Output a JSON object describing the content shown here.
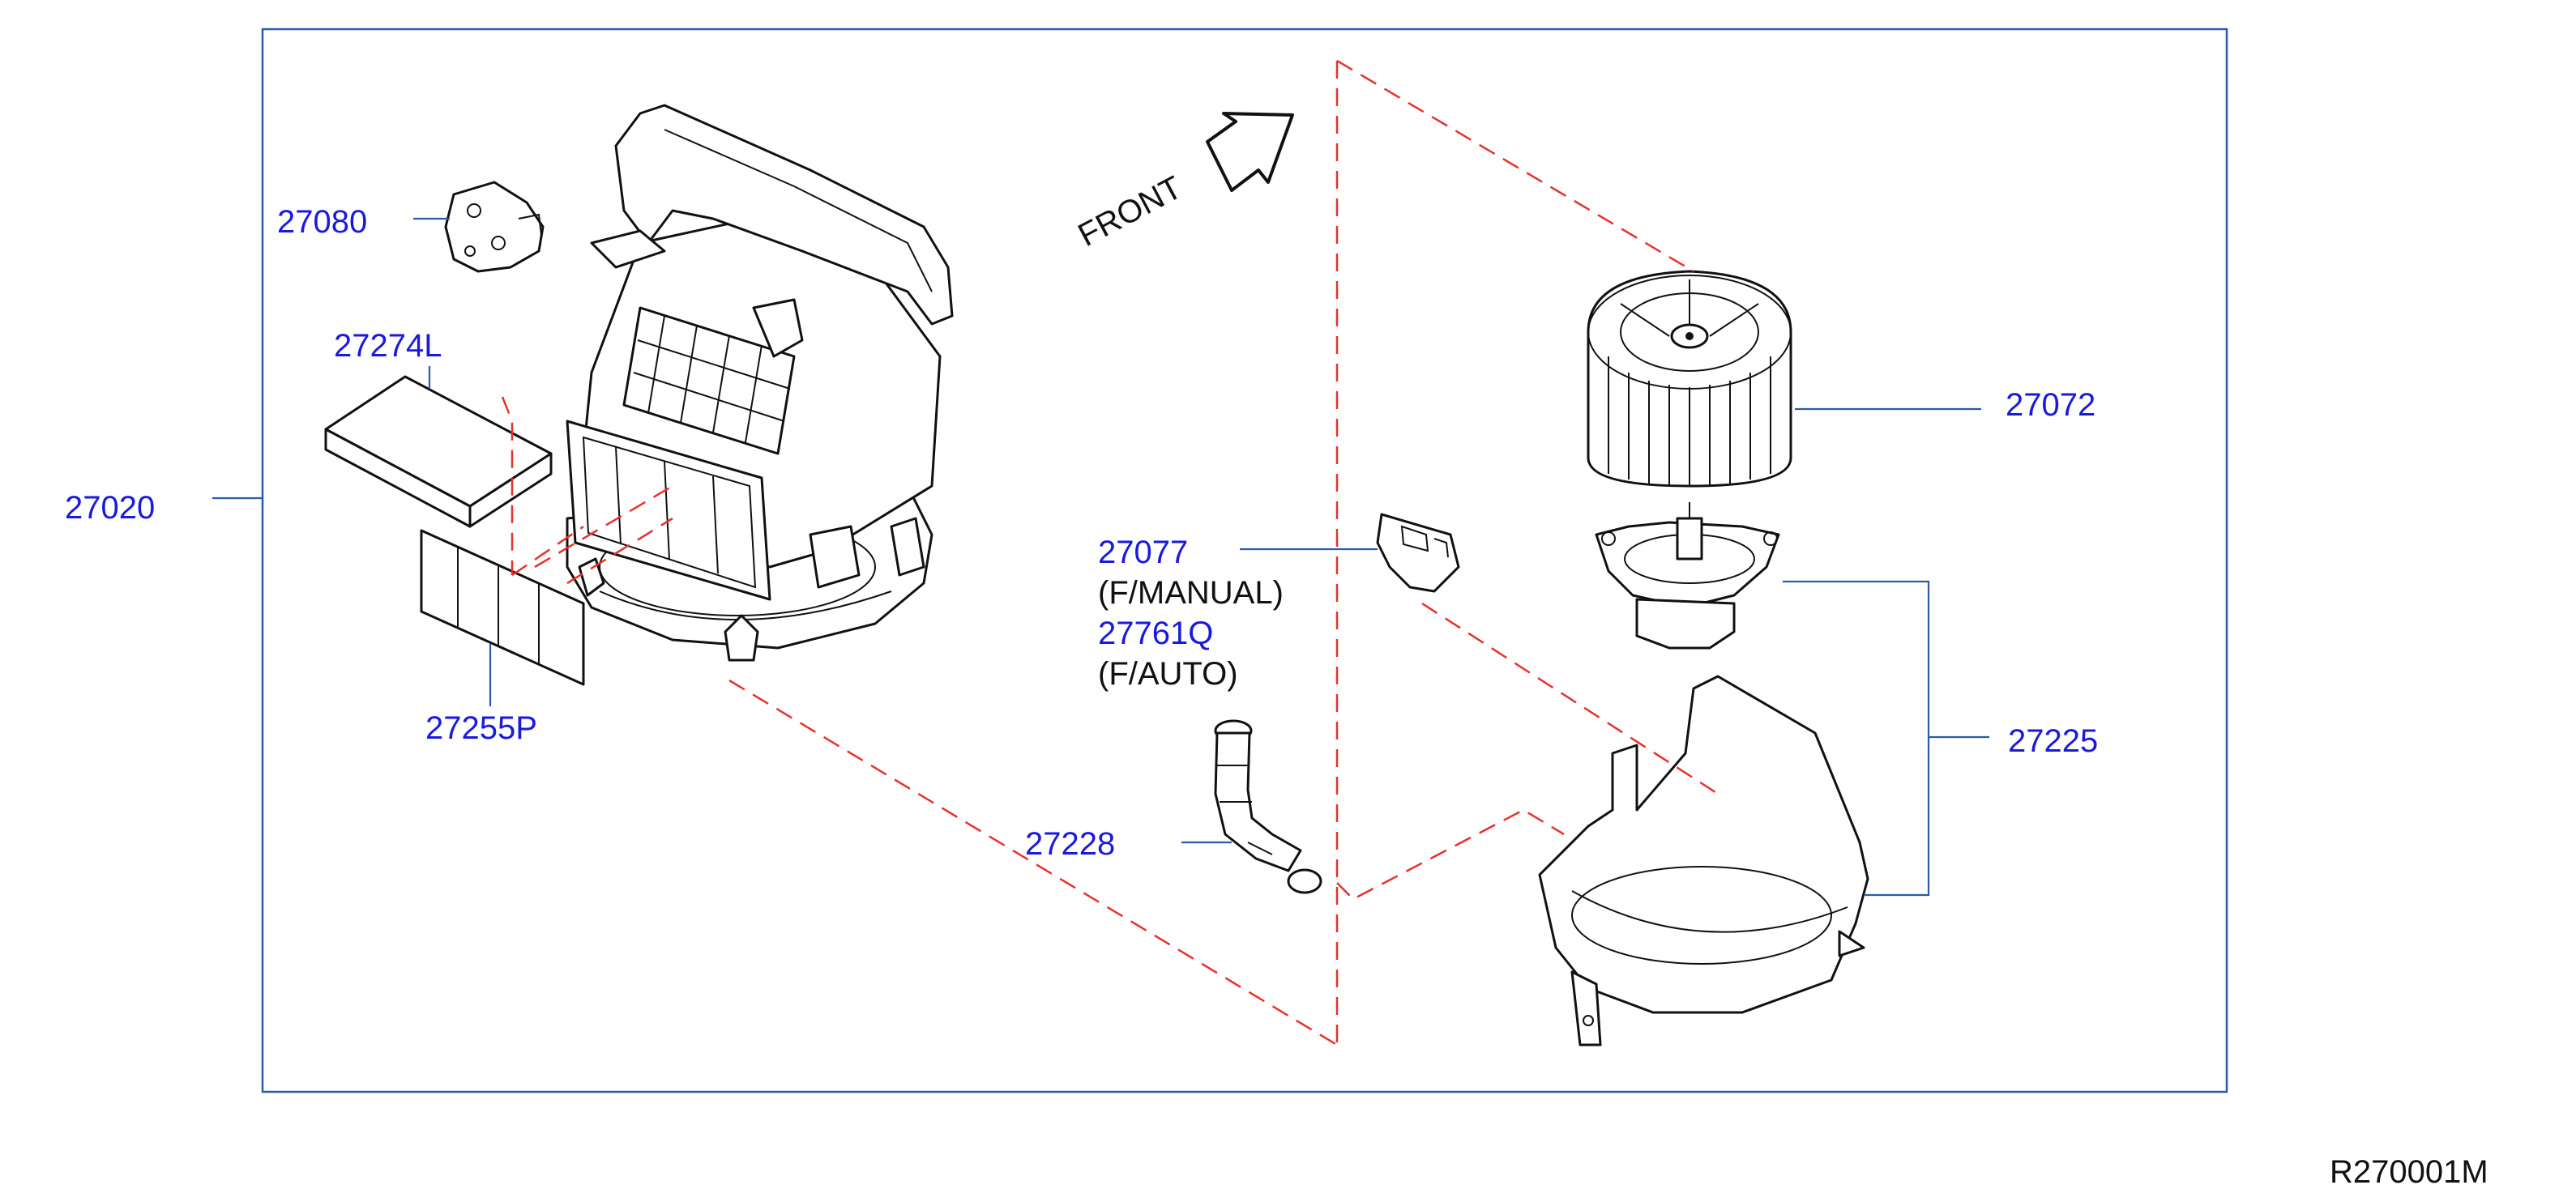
{
  "diagram_id": "R270001M",
  "front_label": "FRONT",
  "colors": {
    "part_number": "#1a1adf",
    "leader_line": "#2b5aa8",
    "dashed_assembly_line": "#e8312a",
    "frame": "#2b5aa8",
    "drawing": "#111111"
  },
  "parts": [
    {
      "number": "27020",
      "name": "blower-unit-assembly"
    },
    {
      "number": "27080",
      "name": "bracket"
    },
    {
      "number": "27274L",
      "name": "filter-cover"
    },
    {
      "number": "27255P",
      "name": "air-filter"
    },
    {
      "number": "27077",
      "note": "(F/MANUAL)",
      "name": "resistor"
    },
    {
      "number": "27761Q",
      "note": "(F/AUTO)",
      "name": "amplifier"
    },
    {
      "number": "27228",
      "name": "aspirator-hose"
    },
    {
      "number": "27072",
      "name": "fan"
    },
    {
      "number": "27225",
      "name": "motor-and-case"
    }
  ]
}
